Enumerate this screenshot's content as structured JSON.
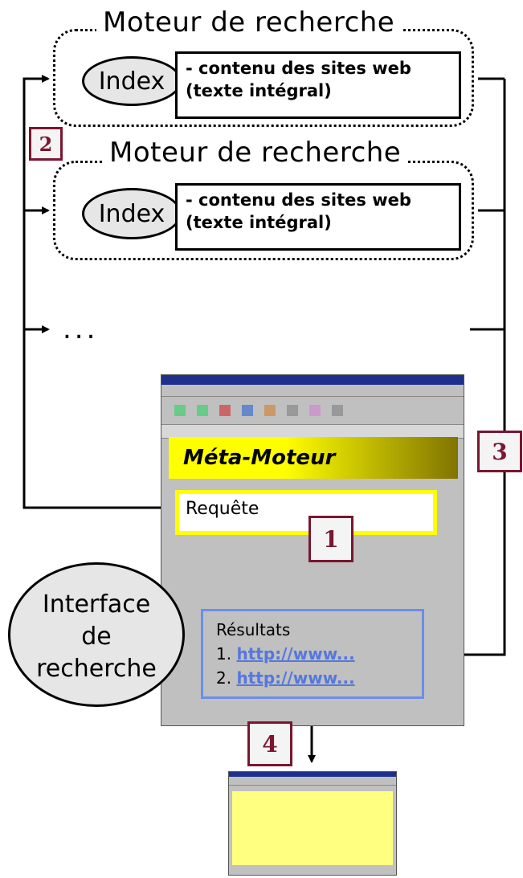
{
  "engines": [
    {
      "title": "Moteur de recherche",
      "index_label": "Index",
      "content_line1": "- contenu des sites web",
      "content_line2": "(texte intégral)"
    },
    {
      "title": "Moteur de recherche",
      "index_label": "Index",
      "content_line1": "- contenu des sites web",
      "content_line2": "(texte intégral)"
    }
  ],
  "ellipsis": "...",
  "steps": {
    "s1": "1",
    "s2": "2",
    "s3": "3",
    "s4": "4"
  },
  "meta": {
    "banner": "Méta-Moteur",
    "query": "Requête",
    "results_title": "Résultats",
    "result_1_num": "1.",
    "result_1_link": "http://www...",
    "result_2_num": "2.",
    "result_2_link": "http://www..."
  },
  "interface": {
    "line1": "Interface",
    "line2": "de",
    "line3": "recherche"
  },
  "colors": {
    "step_border": "#7a1630",
    "banner_yellow": "#ffff00",
    "results_border": "#6b8ee8",
    "link": "#5577dd",
    "page_yellow": "#ffff80"
  }
}
